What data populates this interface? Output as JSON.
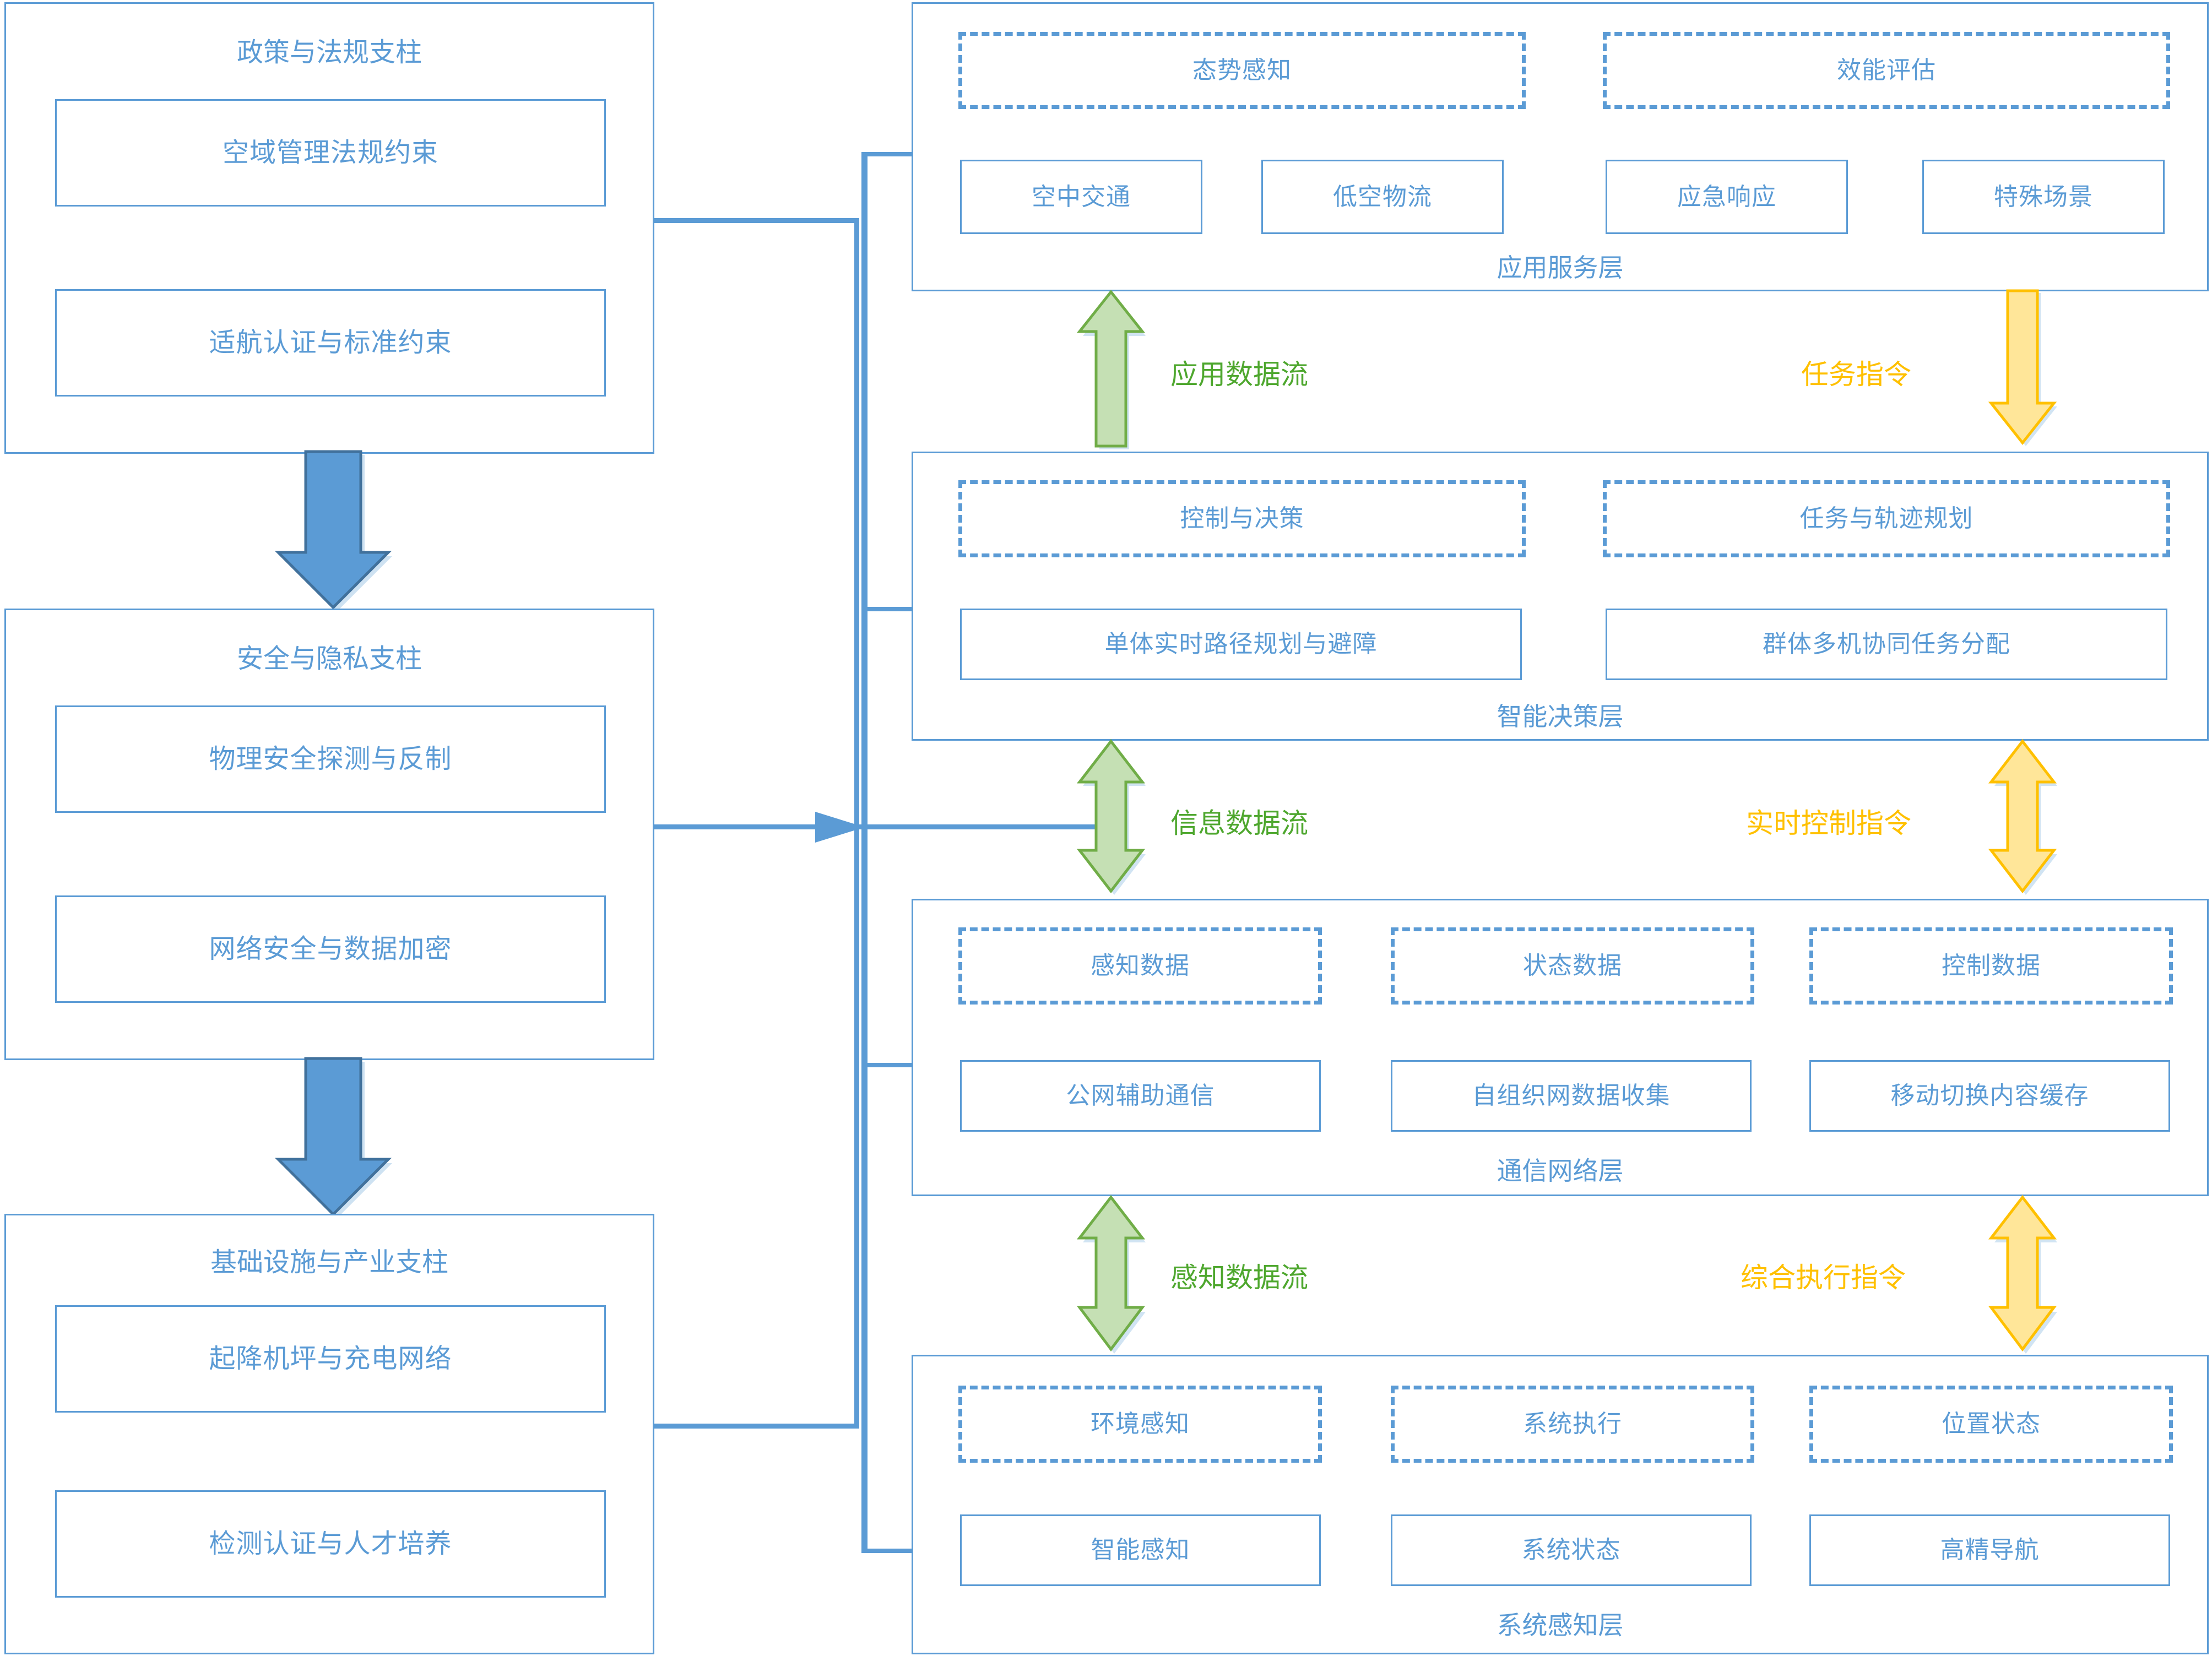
{
  "colors": {
    "blue": "#5B9BD5",
    "dark_blue": "#41719C",
    "green": "#4EA72E",
    "green_fill": "#C5E0B4",
    "amber": "#FFC000",
    "amber_fill": "#FFE599"
  },
  "pillars": [
    {
      "title": "政策与法规支柱",
      "items": [
        "空域管理法规约束",
        "适航认证与标准约束"
      ]
    },
    {
      "title": "安全与隐私支柱",
      "items": [
        "物理安全探测与反制",
        "网络安全与数据加密"
      ]
    },
    {
      "title": "基础设施与产业支柱",
      "items": [
        "起降机坪与充电网络",
        "检测认证与人才培养"
      ]
    }
  ],
  "layers": [
    {
      "name": "应用服务层",
      "dashed": [
        "态势感知",
        "效能评估"
      ],
      "solid": [
        "空中交通",
        "低空物流",
        "应急响应",
        "特殊场景"
      ]
    },
    {
      "name": "智能决策层",
      "dashed": [
        "控制与决策",
        "任务与轨迹规划"
      ],
      "solid": [
        "单体实时路径规划与避障",
        "群体多机协同任务分配"
      ]
    },
    {
      "name": "通信网络层",
      "dashed": [
        "感知数据",
        "状态数据",
        "控制数据"
      ],
      "solid": [
        "公网辅助通信",
        "自组织网数据收集",
        "移动切换内容缓存"
      ]
    },
    {
      "name": "系统感知层",
      "dashed": [
        "环境感知",
        "系统执行",
        "位置状态"
      ],
      "solid": [
        "智能感知",
        "系统状态",
        "高精导航"
      ]
    }
  ],
  "flows": [
    {
      "left_label": "应用数据流",
      "left_dir": "up",
      "right_label": "任务指令",
      "right_dir": "down"
    },
    {
      "left_label": "信息数据流",
      "left_dir": "both",
      "right_label": "实时控制指令",
      "right_dir": "both"
    },
    {
      "left_label": "感知数据流",
      "left_dir": "both",
      "right_label": "综合执行指令",
      "right_dir": "both"
    }
  ]
}
